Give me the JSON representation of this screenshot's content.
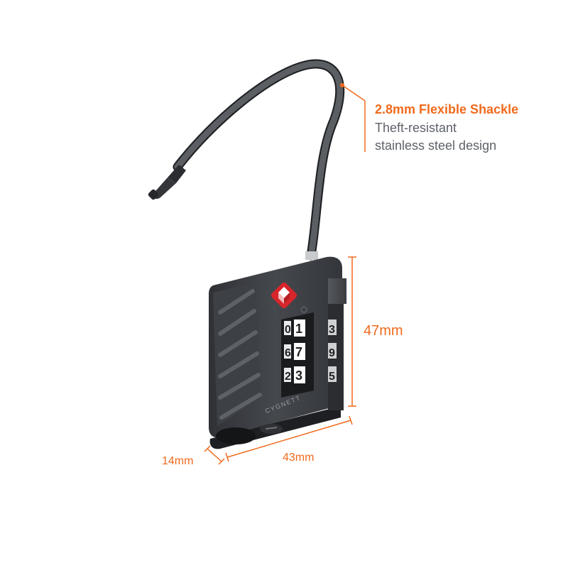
{
  "callout": {
    "title": "2.8mm Flexible Shackle",
    "line1": "Theft-resistant",
    "line2": "stainless steel design"
  },
  "dimensions": {
    "height": "47mm",
    "width": "43mm",
    "depth": "14mm"
  },
  "brand_text": "CYGNETT",
  "dials": [
    [
      "0",
      "1",
      "3"
    ],
    [
      "6",
      "7",
      "9"
    ],
    [
      "2",
      "3",
      "5"
    ]
  ],
  "colors": {
    "accent": "#f06a1d",
    "body": "#3b3d41",
    "tsa_red": "#d7262b"
  }
}
